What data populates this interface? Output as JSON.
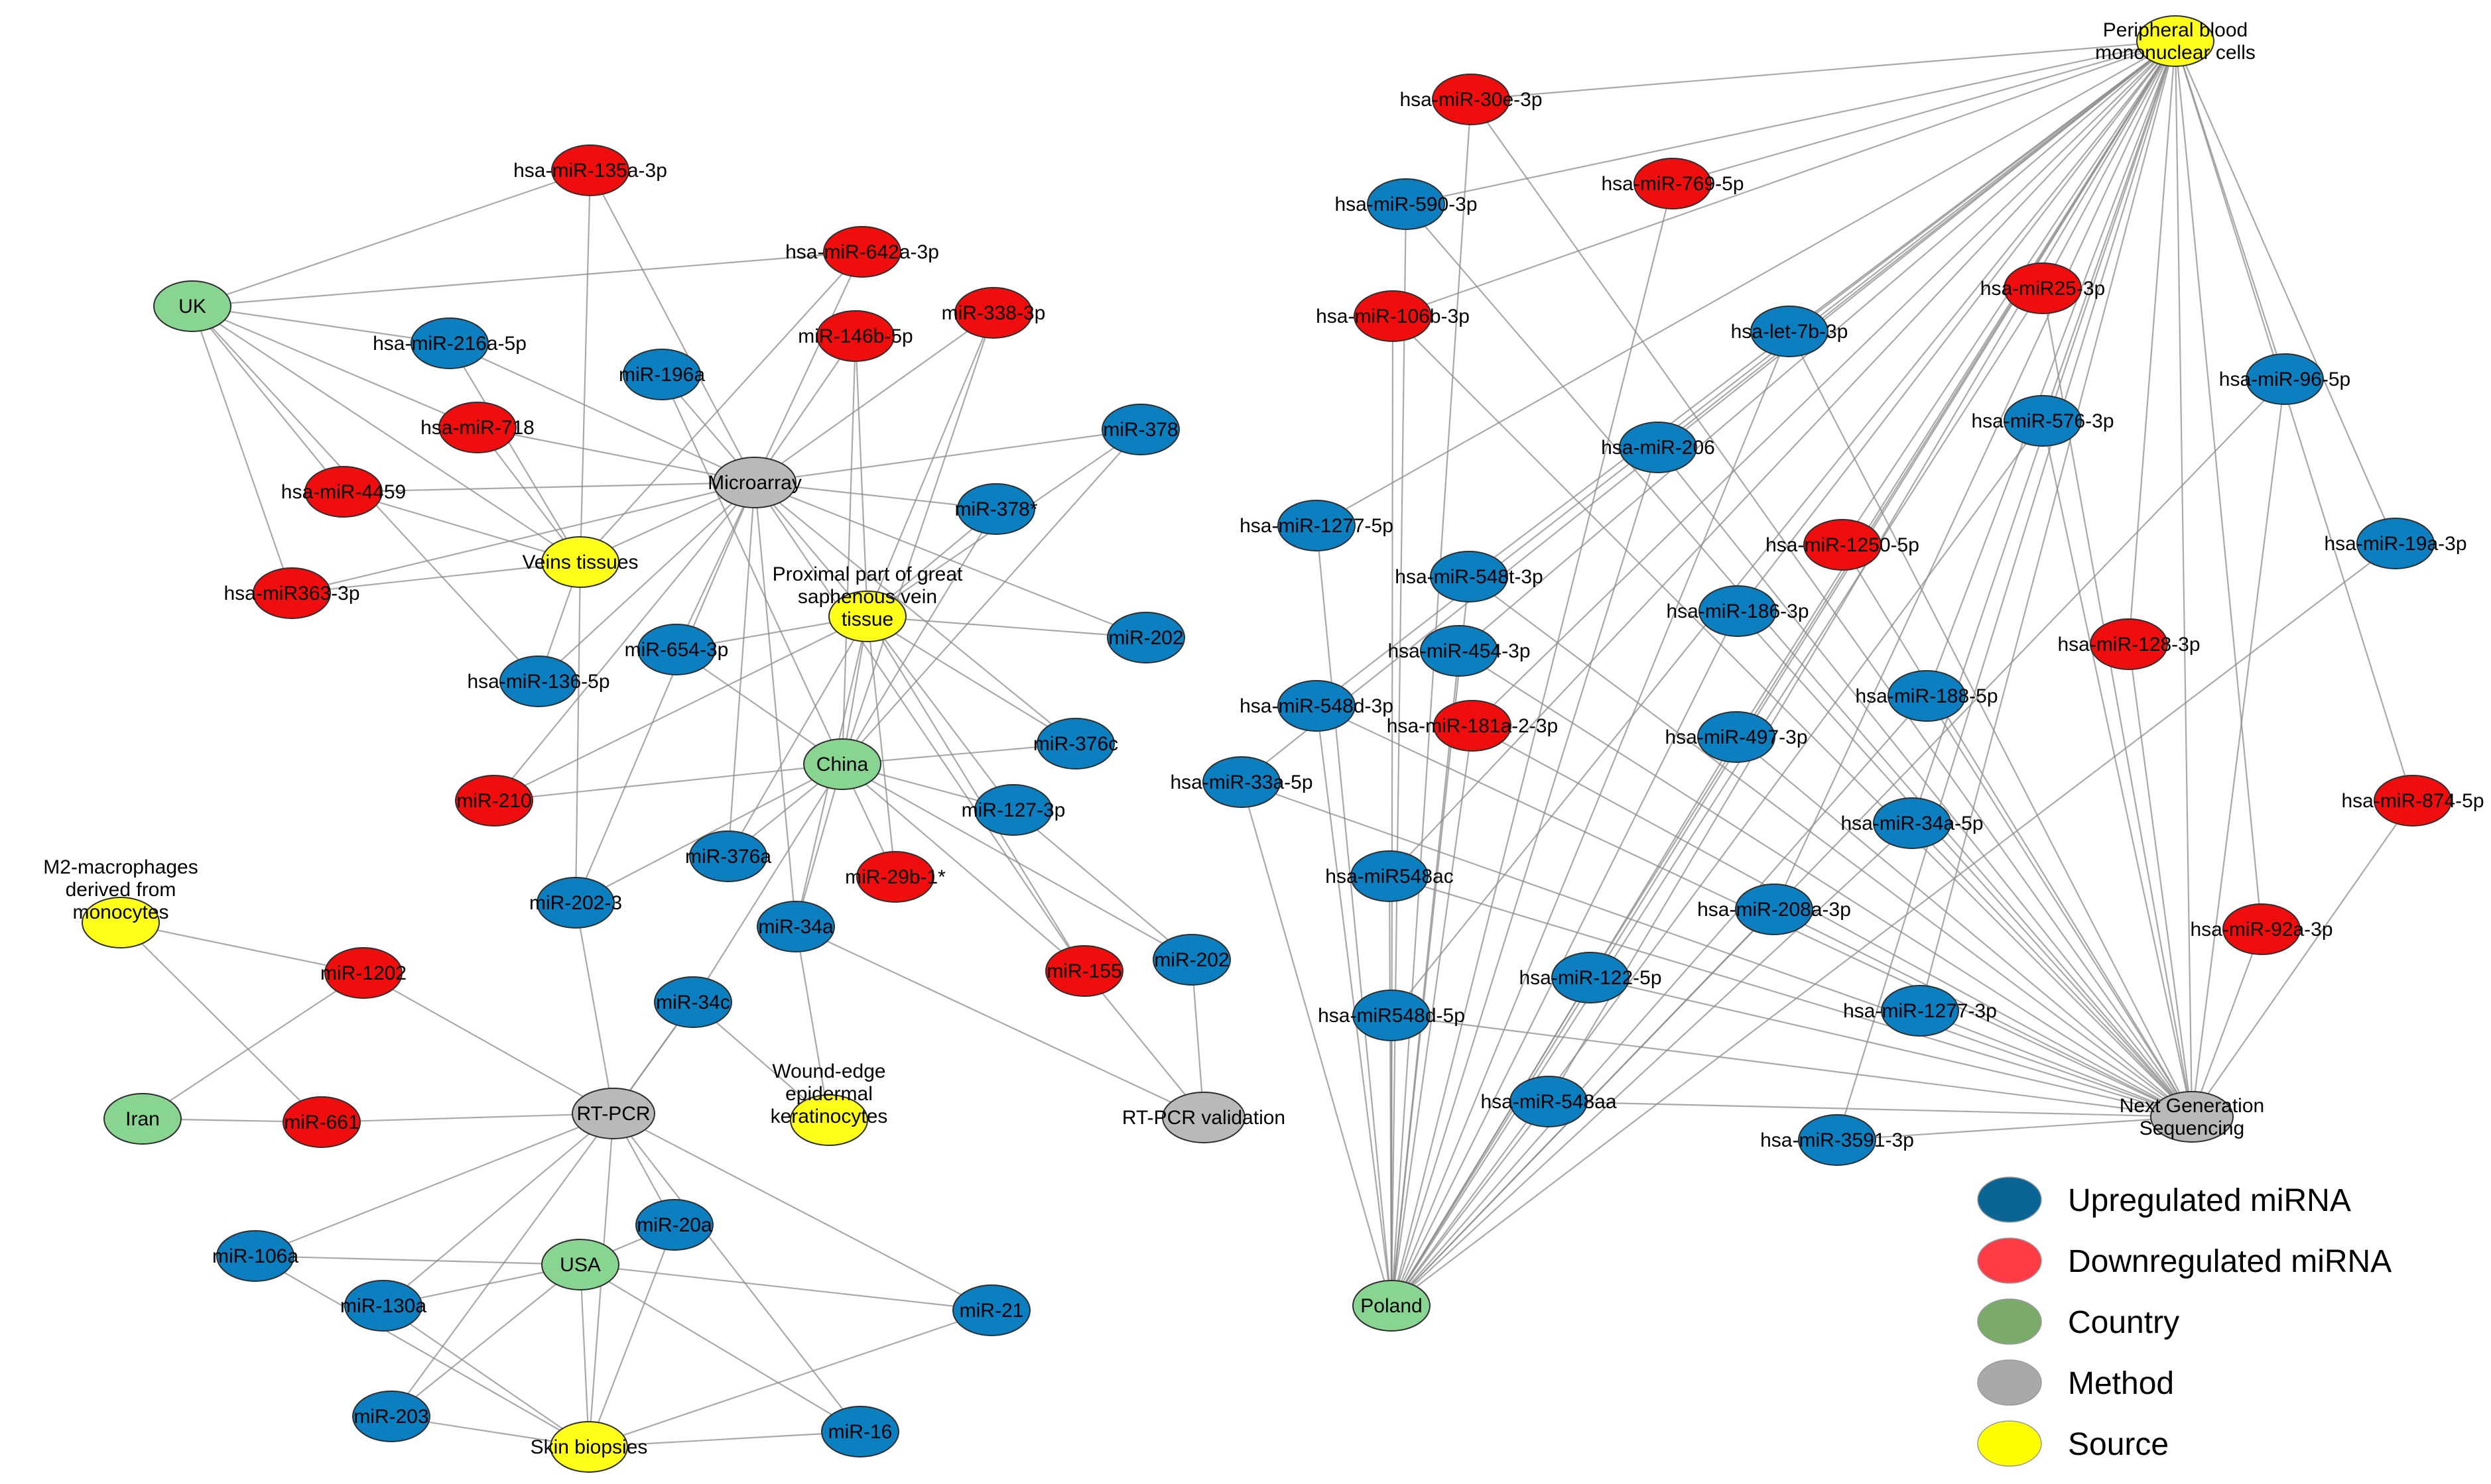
{
  "colors": {
    "upregulated": "#0b7fbf",
    "downregulated": "#f00d0d",
    "country": "#88d491",
    "method": "#b9b9b9",
    "source": "#ffff1a",
    "edge": "#8c8c8c",
    "node_stroke": "#2e2e2e"
  },
  "legend": [
    {
      "category": "upregulated",
      "label": "Upregulated miRNA",
      "color": "#0a6595"
    },
    {
      "category": "downregulated",
      "label": "Downregulated miRNA",
      "color": "#ff3b45"
    },
    {
      "category": "country",
      "label": "Country",
      "color": "#7aab6a"
    },
    {
      "category": "method",
      "label": "Method",
      "color": "#a9a9a9"
    },
    {
      "category": "source",
      "label": "Source",
      "color": "#ffff00"
    }
  ],
  "nodes": [
    {
      "id": "uk",
      "label": "UK",
      "type": "country"
    },
    {
      "id": "l135",
      "label": "hsa-miR-135a-3p",
      "type": "downregulated"
    },
    {
      "id": "l642",
      "label": "hsa-miR-642a-3p",
      "type": "downregulated"
    },
    {
      "id": "l216",
      "label": "hsa-miR-216a-5p",
      "type": "upregulated"
    },
    {
      "id": "l146",
      "label": "miR-146b-5p",
      "type": "downregulated"
    },
    {
      "id": "l338",
      "label": "miR-338-3p",
      "type": "downregulated"
    },
    {
      "id": "l196",
      "label": "miR-196a",
      "type": "upregulated"
    },
    {
      "id": "l718",
      "label": "hsa-miR-718",
      "type": "downregulated"
    },
    {
      "id": "l378",
      "label": "miR-378",
      "type": "upregulated"
    },
    {
      "id": "micro",
      "label": "Microarray",
      "type": "method"
    },
    {
      "id": "l4459",
      "label": "hsa-miR-4459",
      "type": "downregulated"
    },
    {
      "id": "l378s",
      "label": "miR-378*",
      "type": "upregulated"
    },
    {
      "id": "veins",
      "label": "Veins tissues",
      "type": "source"
    },
    {
      "id": "l363",
      "label": "hsa-miR363-3p",
      "type": "downregulated"
    },
    {
      "id": "gsv",
      "label": "Proximal part of great\nsaphenous vein\ntissue",
      "type": "source"
    },
    {
      "id": "l654",
      "label": "miR-654-3p",
      "type": "upregulated"
    },
    {
      "id": "l202a",
      "label": "miR-202",
      "type": "upregulated"
    },
    {
      "id": "l136",
      "label": "hsa-miR-136-5p",
      "type": "upregulated"
    },
    {
      "id": "l376c",
      "label": "miR-376c",
      "type": "upregulated"
    },
    {
      "id": "china",
      "label": "China",
      "type": "country"
    },
    {
      "id": "l210",
      "label": "miR-210",
      "type": "downregulated"
    },
    {
      "id": "l127",
      "label": "miR-127-3p",
      "type": "upregulated"
    },
    {
      "id": "l376a",
      "label": "miR-376a",
      "type": "upregulated"
    },
    {
      "id": "l29b",
      "label": "miR-29b-1*",
      "type": "downregulated"
    },
    {
      "id": "m2",
      "label": "M2-macrophages\nderived from\nmonocytes",
      "type": "source"
    },
    {
      "id": "l2023",
      "label": "miR-202-3",
      "type": "upregulated"
    },
    {
      "id": "l34a",
      "label": "miR-34a",
      "type": "upregulated"
    },
    {
      "id": "l1202",
      "label": "miR-1202",
      "type": "downregulated"
    },
    {
      "id": "l155",
      "label": "miR-155",
      "type": "downregulated"
    },
    {
      "id": "l202b",
      "label": "miR-202",
      "type": "upregulated"
    },
    {
      "id": "l34c",
      "label": "miR-34c",
      "type": "upregulated"
    },
    {
      "id": "wound",
      "label": "Wound-edge\nepidermal\nkeratinocytes",
      "type": "source"
    },
    {
      "id": "iran",
      "label": "Iran",
      "type": "country"
    },
    {
      "id": "l661",
      "label": "miR-661",
      "type": "downregulated"
    },
    {
      "id": "rtpcr",
      "label": "RT-PCR",
      "type": "method"
    },
    {
      "id": "rtval",
      "label": "RT-PCR validation",
      "type": "method"
    },
    {
      "id": "l20a",
      "label": "miR-20a",
      "type": "upregulated"
    },
    {
      "id": "l106a",
      "label": "miR-106a",
      "type": "upregulated"
    },
    {
      "id": "usa",
      "label": "USA",
      "type": "country"
    },
    {
      "id": "l130a",
      "label": "miR-130a",
      "type": "upregulated"
    },
    {
      "id": "l21",
      "label": "miR-21",
      "type": "upregulated"
    },
    {
      "id": "l203",
      "label": "miR-203",
      "type": "upregulated"
    },
    {
      "id": "skin",
      "label": "Skin biopsies",
      "type": "source"
    },
    {
      "id": "l16",
      "label": "miR-16",
      "type": "upregulated"
    },
    {
      "id": "pbmc",
      "label": "Peripheral blood\nmononuclear cells",
      "type": "source"
    },
    {
      "id": "r30e",
      "label": "hsa-miR-30e-3p",
      "type": "downregulated"
    },
    {
      "id": "r769",
      "label": "hsa-miR-769-5p",
      "type": "downregulated"
    },
    {
      "id": "r590",
      "label": "hsa-miR-590-3p",
      "type": "upregulated"
    },
    {
      "id": "r25",
      "label": "hsa-miR25-3p",
      "type": "downregulated"
    },
    {
      "id": "r106b",
      "label": "hsa-miR-106b-3p",
      "type": "downregulated"
    },
    {
      "id": "rlet7b",
      "label": "hsa-let-7b-3p",
      "type": "upregulated"
    },
    {
      "id": "r96",
      "label": "hsa-miR-96-5p",
      "type": "upregulated"
    },
    {
      "id": "r576",
      "label": "hsa-miR-576-3p",
      "type": "upregulated"
    },
    {
      "id": "r206",
      "label": "hsa-miR-206",
      "type": "upregulated"
    },
    {
      "id": "r1277_5",
      "label": "hsa-miR-1277-5p",
      "type": "upregulated"
    },
    {
      "id": "r19a",
      "label": "hsa-miR-19a-3p",
      "type": "upregulated"
    },
    {
      "id": "r1250",
      "label": "hsa-miR-1250-5p",
      "type": "downregulated"
    },
    {
      "id": "r548t",
      "label": "hsa-miR-548t-3p",
      "type": "upregulated"
    },
    {
      "id": "r186",
      "label": "hsa-miR-186-3p",
      "type": "upregulated"
    },
    {
      "id": "r454",
      "label": "hsa-miR-454-3p",
      "type": "upregulated"
    },
    {
      "id": "r128",
      "label": "hsa-miR-128-3p",
      "type": "downregulated"
    },
    {
      "id": "r548d3",
      "label": "hsa-miR-548d-3p",
      "type": "upregulated"
    },
    {
      "id": "r188",
      "label": "hsa-miR-188-5p",
      "type": "upregulated"
    },
    {
      "id": "r181",
      "label": "hsa-miR-181a-2-3p",
      "type": "downregulated"
    },
    {
      "id": "r497",
      "label": "hsa-miR-497-3p",
      "type": "upregulated"
    },
    {
      "id": "r33a",
      "label": "hsa-miR-33a-5p",
      "type": "upregulated"
    },
    {
      "id": "r874",
      "label": "hsa-miR-874-5p",
      "type": "downregulated"
    },
    {
      "id": "r34a5",
      "label": "hsa-miR-34a-5p",
      "type": "upregulated"
    },
    {
      "id": "r548ac",
      "label": "hsa-miR548ac",
      "type": "upregulated"
    },
    {
      "id": "r208",
      "label": "hsa-miR-208a-3p",
      "type": "upregulated"
    },
    {
      "id": "r92a",
      "label": "hsa-miR-92a-3p",
      "type": "downregulated"
    },
    {
      "id": "r122",
      "label": "hsa-miR-122-5p",
      "type": "upregulated"
    },
    {
      "id": "r548d5",
      "label": "hsa-miR548d-5p",
      "type": "upregulated"
    },
    {
      "id": "r1277_3",
      "label": "hsa-miR-1277-3p",
      "type": "upregulated"
    },
    {
      "id": "r548aa",
      "label": "hsa-miR-548aa",
      "type": "upregulated"
    },
    {
      "id": "ngs",
      "label": "Next Generation\nSequencing",
      "type": "method"
    },
    {
      "id": "r3591",
      "label": "hsa-miR-3591-3p",
      "type": "upregulated"
    },
    {
      "id": "poland",
      "label": "Poland",
      "type": "country"
    }
  ],
  "edges": [
    [
      "uk",
      "l135"
    ],
    [
      "uk",
      "l642"
    ],
    [
      "uk",
      "l216"
    ],
    [
      "uk",
      "l718"
    ],
    [
      "uk",
      "l4459"
    ],
    [
      "uk",
      "l363"
    ],
    [
      "uk",
      "veins"
    ],
    [
      "uk",
      "l136"
    ],
    [
      "micro",
      "l135"
    ],
    [
      "micro",
      "l642"
    ],
    [
      "micro",
      "l216"
    ],
    [
      "micro",
      "l146"
    ],
    [
      "micro",
      "l338"
    ],
    [
      "micro",
      "l196"
    ],
    [
      "micro",
      "l718"
    ],
    [
      "micro",
      "l378"
    ],
    [
      "micro",
      "l4459"
    ],
    [
      "micro",
      "l378s"
    ],
    [
      "micro",
      "l363"
    ],
    [
      "micro",
      "l654"
    ],
    [
      "micro",
      "l202a"
    ],
    [
      "micro",
      "l136"
    ],
    [
      "micro",
      "l376c"
    ],
    [
      "micro",
      "l210"
    ],
    [
      "micro",
      "l376a"
    ],
    [
      "micro",
      "l2023"
    ],
    [
      "micro",
      "l34a"
    ],
    [
      "micro",
      "l155"
    ],
    [
      "micro",
      "gsv"
    ],
    [
      "micro",
      "veins"
    ],
    [
      "veins",
      "l135"
    ],
    [
      "veins",
      "l642"
    ],
    [
      "veins",
      "l216"
    ],
    [
      "veins",
      "l718"
    ],
    [
      "veins",
      "l4459"
    ],
    [
      "veins",
      "l363"
    ],
    [
      "veins",
      "l136"
    ],
    [
      "veins",
      "l2023"
    ],
    [
      "gsv",
      "l146"
    ],
    [
      "gsv",
      "l338"
    ],
    [
      "gsv",
      "l378"
    ],
    [
      "gsv",
      "l378s"
    ],
    [
      "gsv",
      "l654"
    ],
    [
      "gsv",
      "l202a"
    ],
    [
      "gsv",
      "l376c"
    ],
    [
      "gsv",
      "l127"
    ],
    [
      "gsv",
      "l29b"
    ],
    [
      "gsv",
      "l155"
    ],
    [
      "gsv",
      "l210"
    ],
    [
      "gsv",
      "l34a"
    ],
    [
      "gsv",
      "l376a"
    ],
    [
      "china",
      "l146"
    ],
    [
      "china",
      "l338"
    ],
    [
      "china",
      "l378"
    ],
    [
      "china",
      "l378s"
    ],
    [
      "china",
      "l654"
    ],
    [
      "china",
      "l196"
    ],
    [
      "china",
      "l376c"
    ],
    [
      "china",
      "l127"
    ],
    [
      "china",
      "l29b"
    ],
    [
      "china",
      "l155"
    ],
    [
      "china",
      "l210"
    ],
    [
      "china",
      "l34a"
    ],
    [
      "china",
      "l376a"
    ],
    [
      "china",
      "l2023"
    ],
    [
      "china",
      "l34c"
    ],
    [
      "china",
      "l202b"
    ],
    [
      "china",
      "gsv"
    ],
    [
      "l127",
      "l202b"
    ],
    [
      "l202b",
      "rtval"
    ],
    [
      "l155",
      "rtval"
    ],
    [
      "l34a",
      "rtval"
    ],
    [
      "l34a",
      "wound"
    ],
    [
      "l34c",
      "wound"
    ],
    [
      "l34c",
      "rtpcr"
    ],
    [
      "m2",
      "l1202"
    ],
    [
      "m2",
      "l661"
    ],
    [
      "iran",
      "l1202"
    ],
    [
      "iran",
      "l661"
    ],
    [
      "rtpcr",
      "l1202"
    ],
    [
      "rtpcr",
      "l661"
    ],
    [
      "rtpcr",
      "l2023"
    ],
    [
      "rtpcr",
      "l34c"
    ],
    [
      "rtpcr",
      "l20a"
    ],
    [
      "rtpcr",
      "l106a"
    ],
    [
      "rtpcr",
      "l130a"
    ],
    [
      "rtpcr",
      "l21"
    ],
    [
      "rtpcr",
      "l203"
    ],
    [
      "rtpcr",
      "l16"
    ],
    [
      "rtpcr",
      "skin"
    ],
    [
      "usa",
      "l20a"
    ],
    [
      "usa",
      "l106a"
    ],
    [
      "usa",
      "l130a"
    ],
    [
      "usa",
      "l21"
    ],
    [
      "usa",
      "l203"
    ],
    [
      "usa",
      "l16"
    ],
    [
      "usa",
      "skin"
    ],
    [
      "skin",
      "l20a"
    ],
    [
      "skin",
      "l106a"
    ],
    [
      "skin",
      "l130a"
    ],
    [
      "skin",
      "l21"
    ],
    [
      "skin",
      "l203"
    ],
    [
      "skin",
      "l16"
    ],
    [
      "pbmc",
      "r30e"
    ],
    [
      "pbmc",
      "r769"
    ],
    [
      "pbmc",
      "r590"
    ],
    [
      "pbmc",
      "r25"
    ],
    [
      "pbmc",
      "r106b"
    ],
    [
      "pbmc",
      "rlet7b"
    ],
    [
      "pbmc",
      "r96"
    ],
    [
      "pbmc",
      "r576"
    ],
    [
      "pbmc",
      "r206"
    ],
    [
      "pbmc",
      "r1277_5"
    ],
    [
      "pbmc",
      "r19a"
    ],
    [
      "pbmc",
      "r1250"
    ],
    [
      "pbmc",
      "r548t"
    ],
    [
      "pbmc",
      "r186"
    ],
    [
      "pbmc",
      "r454"
    ],
    [
      "pbmc",
      "r128"
    ],
    [
      "pbmc",
      "r548d3"
    ],
    [
      "pbmc",
      "r188"
    ],
    [
      "pbmc",
      "r181"
    ],
    [
      "pbmc",
      "r497"
    ],
    [
      "pbmc",
      "r33a"
    ],
    [
      "pbmc",
      "r874"
    ],
    [
      "pbmc",
      "r34a5"
    ],
    [
      "pbmc",
      "r548ac"
    ],
    [
      "pbmc",
      "r208"
    ],
    [
      "pbmc",
      "r92a"
    ],
    [
      "pbmc",
      "r122"
    ],
    [
      "pbmc",
      "r548d5"
    ],
    [
      "pbmc",
      "r1277_3"
    ],
    [
      "pbmc",
      "r548aa"
    ],
    [
      "pbmc",
      "r3591"
    ],
    [
      "pbmc",
      "poland"
    ],
    [
      "pbmc",
      "ngs"
    ],
    [
      "poland",
      "r30e"
    ],
    [
      "poland",
      "r769"
    ],
    [
      "poland",
      "r590"
    ],
    [
      "poland",
      "r25"
    ],
    [
      "poland",
      "r106b"
    ],
    [
      "poland",
      "rlet7b"
    ],
    [
      "poland",
      "r96"
    ],
    [
      "poland",
      "r576"
    ],
    [
      "poland",
      "r206"
    ],
    [
      "poland",
      "r1277_5"
    ],
    [
      "poland",
      "r19a"
    ],
    [
      "poland",
      "r548t"
    ],
    [
      "poland",
      "r186"
    ],
    [
      "poland",
      "r454"
    ],
    [
      "poland",
      "r548d3"
    ],
    [
      "poland",
      "r188"
    ],
    [
      "poland",
      "r181"
    ],
    [
      "poland",
      "r497"
    ],
    [
      "poland",
      "r33a"
    ],
    [
      "poland",
      "r34a5"
    ],
    [
      "poland",
      "r548ac"
    ],
    [
      "poland",
      "r208"
    ],
    [
      "poland",
      "r122"
    ],
    [
      "poland",
      "r548d5"
    ],
    [
      "poland",
      "r548aa"
    ],
    [
      "ngs",
      "r30e"
    ],
    [
      "ngs",
      "r590"
    ],
    [
      "ngs",
      "r25"
    ],
    [
      "ngs",
      "r106b"
    ],
    [
      "ngs",
      "rlet7b"
    ],
    [
      "ngs",
      "r96"
    ],
    [
      "ngs",
      "r576"
    ],
    [
      "ngs",
      "r206"
    ],
    [
      "ngs",
      "r1250"
    ],
    [
      "ngs",
      "r548t"
    ],
    [
      "ngs",
      "r186"
    ],
    [
      "ngs",
      "r454"
    ],
    [
      "ngs",
      "r128"
    ],
    [
      "ngs",
      "r548d3"
    ],
    [
      "ngs",
      "r188"
    ],
    [
      "ngs",
      "r181"
    ],
    [
      "ngs",
      "r497"
    ],
    [
      "ngs",
      "r33a"
    ],
    [
      "ngs",
      "r874"
    ],
    [
      "ngs",
      "r34a5"
    ],
    [
      "ngs",
      "r548ac"
    ],
    [
      "ngs",
      "r208"
    ],
    [
      "ngs",
      "r92a"
    ],
    [
      "ngs",
      "r122"
    ],
    [
      "ngs",
      "r548d5"
    ],
    [
      "ngs",
      "r1277_3"
    ],
    [
      "ngs",
      "r548aa"
    ],
    [
      "ngs",
      "r3591"
    ]
  ]
}
